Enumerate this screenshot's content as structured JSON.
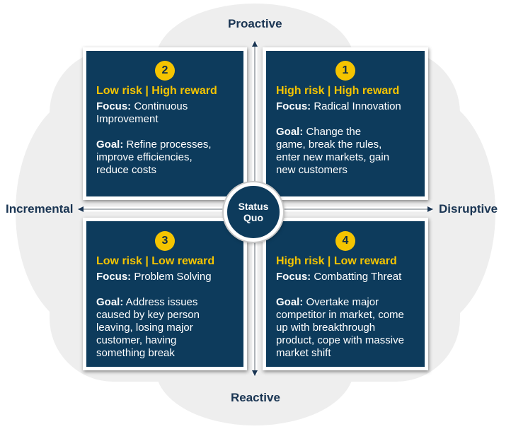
{
  "axes": {
    "top": "Proactive",
    "bottom": "Reactive",
    "left": "Incremental",
    "right": "Disruptive"
  },
  "center": {
    "line1": "Status",
    "line2": "Quo"
  },
  "colors": {
    "panel": "#0d3b5c",
    "accent": "#f5c400",
    "label": "#1a3553",
    "background": "#eeeeee"
  },
  "quadrants": [
    {
      "number": "2",
      "risk": "Low risk | High reward",
      "focus_label": "Focus:",
      "focus_lines": [
        " Continuous",
        "Improvement"
      ],
      "goal_label": "Goal:",
      "goal_lines": [
        " Refine processes,",
        "improve efficiencies,",
        "reduce costs"
      ]
    },
    {
      "number": "1",
      "risk": "High risk | High reward",
      "focus_label": "Focus:",
      "focus_lines": [
        " Radical Innovation"
      ],
      "goal_label": "Goal:",
      "goal_lines": [
        " Change the",
        "game, break the rules,",
        "enter new markets, gain",
        "new customers"
      ]
    },
    {
      "number": "3",
      "risk": "Low risk | Low reward",
      "focus_label": "Focus:",
      "focus_lines": [
        " Problem Solving"
      ],
      "goal_label": "Goal:",
      "goal_lines": [
        " Address issues",
        "caused by key person",
        "leaving, losing major",
        "customer, having",
        "something break"
      ]
    },
    {
      "number": "4",
      "risk": "High risk | Low reward",
      "focus_label": "Focus:",
      "focus_lines": [
        " Combatting Threat"
      ],
      "goal_label": "Goal:",
      "goal_lines": [
        " Overtake major",
        "competitor in market, come",
        "up with breakthrough",
        "product, cope with massive",
        "market shift"
      ]
    }
  ]
}
